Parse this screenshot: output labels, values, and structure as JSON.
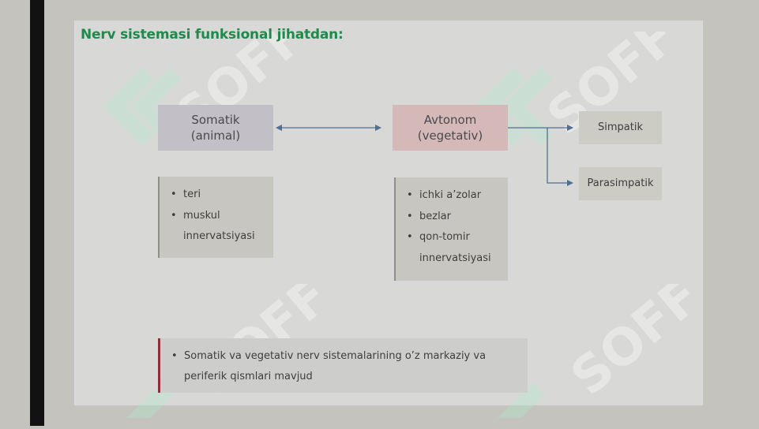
{
  "title": "Nerv sistemasi funksional jihatdan:",
  "nodes": {
    "somatic": "Somatik\n(animal)",
    "autonomic": "Avtonom\n(vegetativ)",
    "simpatik": "Simpatik",
    "parasimpatik": "Parasimpatik"
  },
  "somatic_list": [
    "teri",
    "muskul innervatsiyasi"
  ],
  "autonomic_list": [
    "ichki a’zolar",
    "bezlar",
    "qon-tomir innervatsiyasi"
  ],
  "note": "Somatik va vegetativ nerv sistemalarining o’z markaziy va periferik qismlari mavjud",
  "watermark_text": "SOFF",
  "colors": {
    "title": "#1f8a4c",
    "arrow": "#4f6f93",
    "watermark_logo": "#b4e9cf",
    "watermark_text": "#ffffff",
    "note_accent": "#8c2f38"
  }
}
